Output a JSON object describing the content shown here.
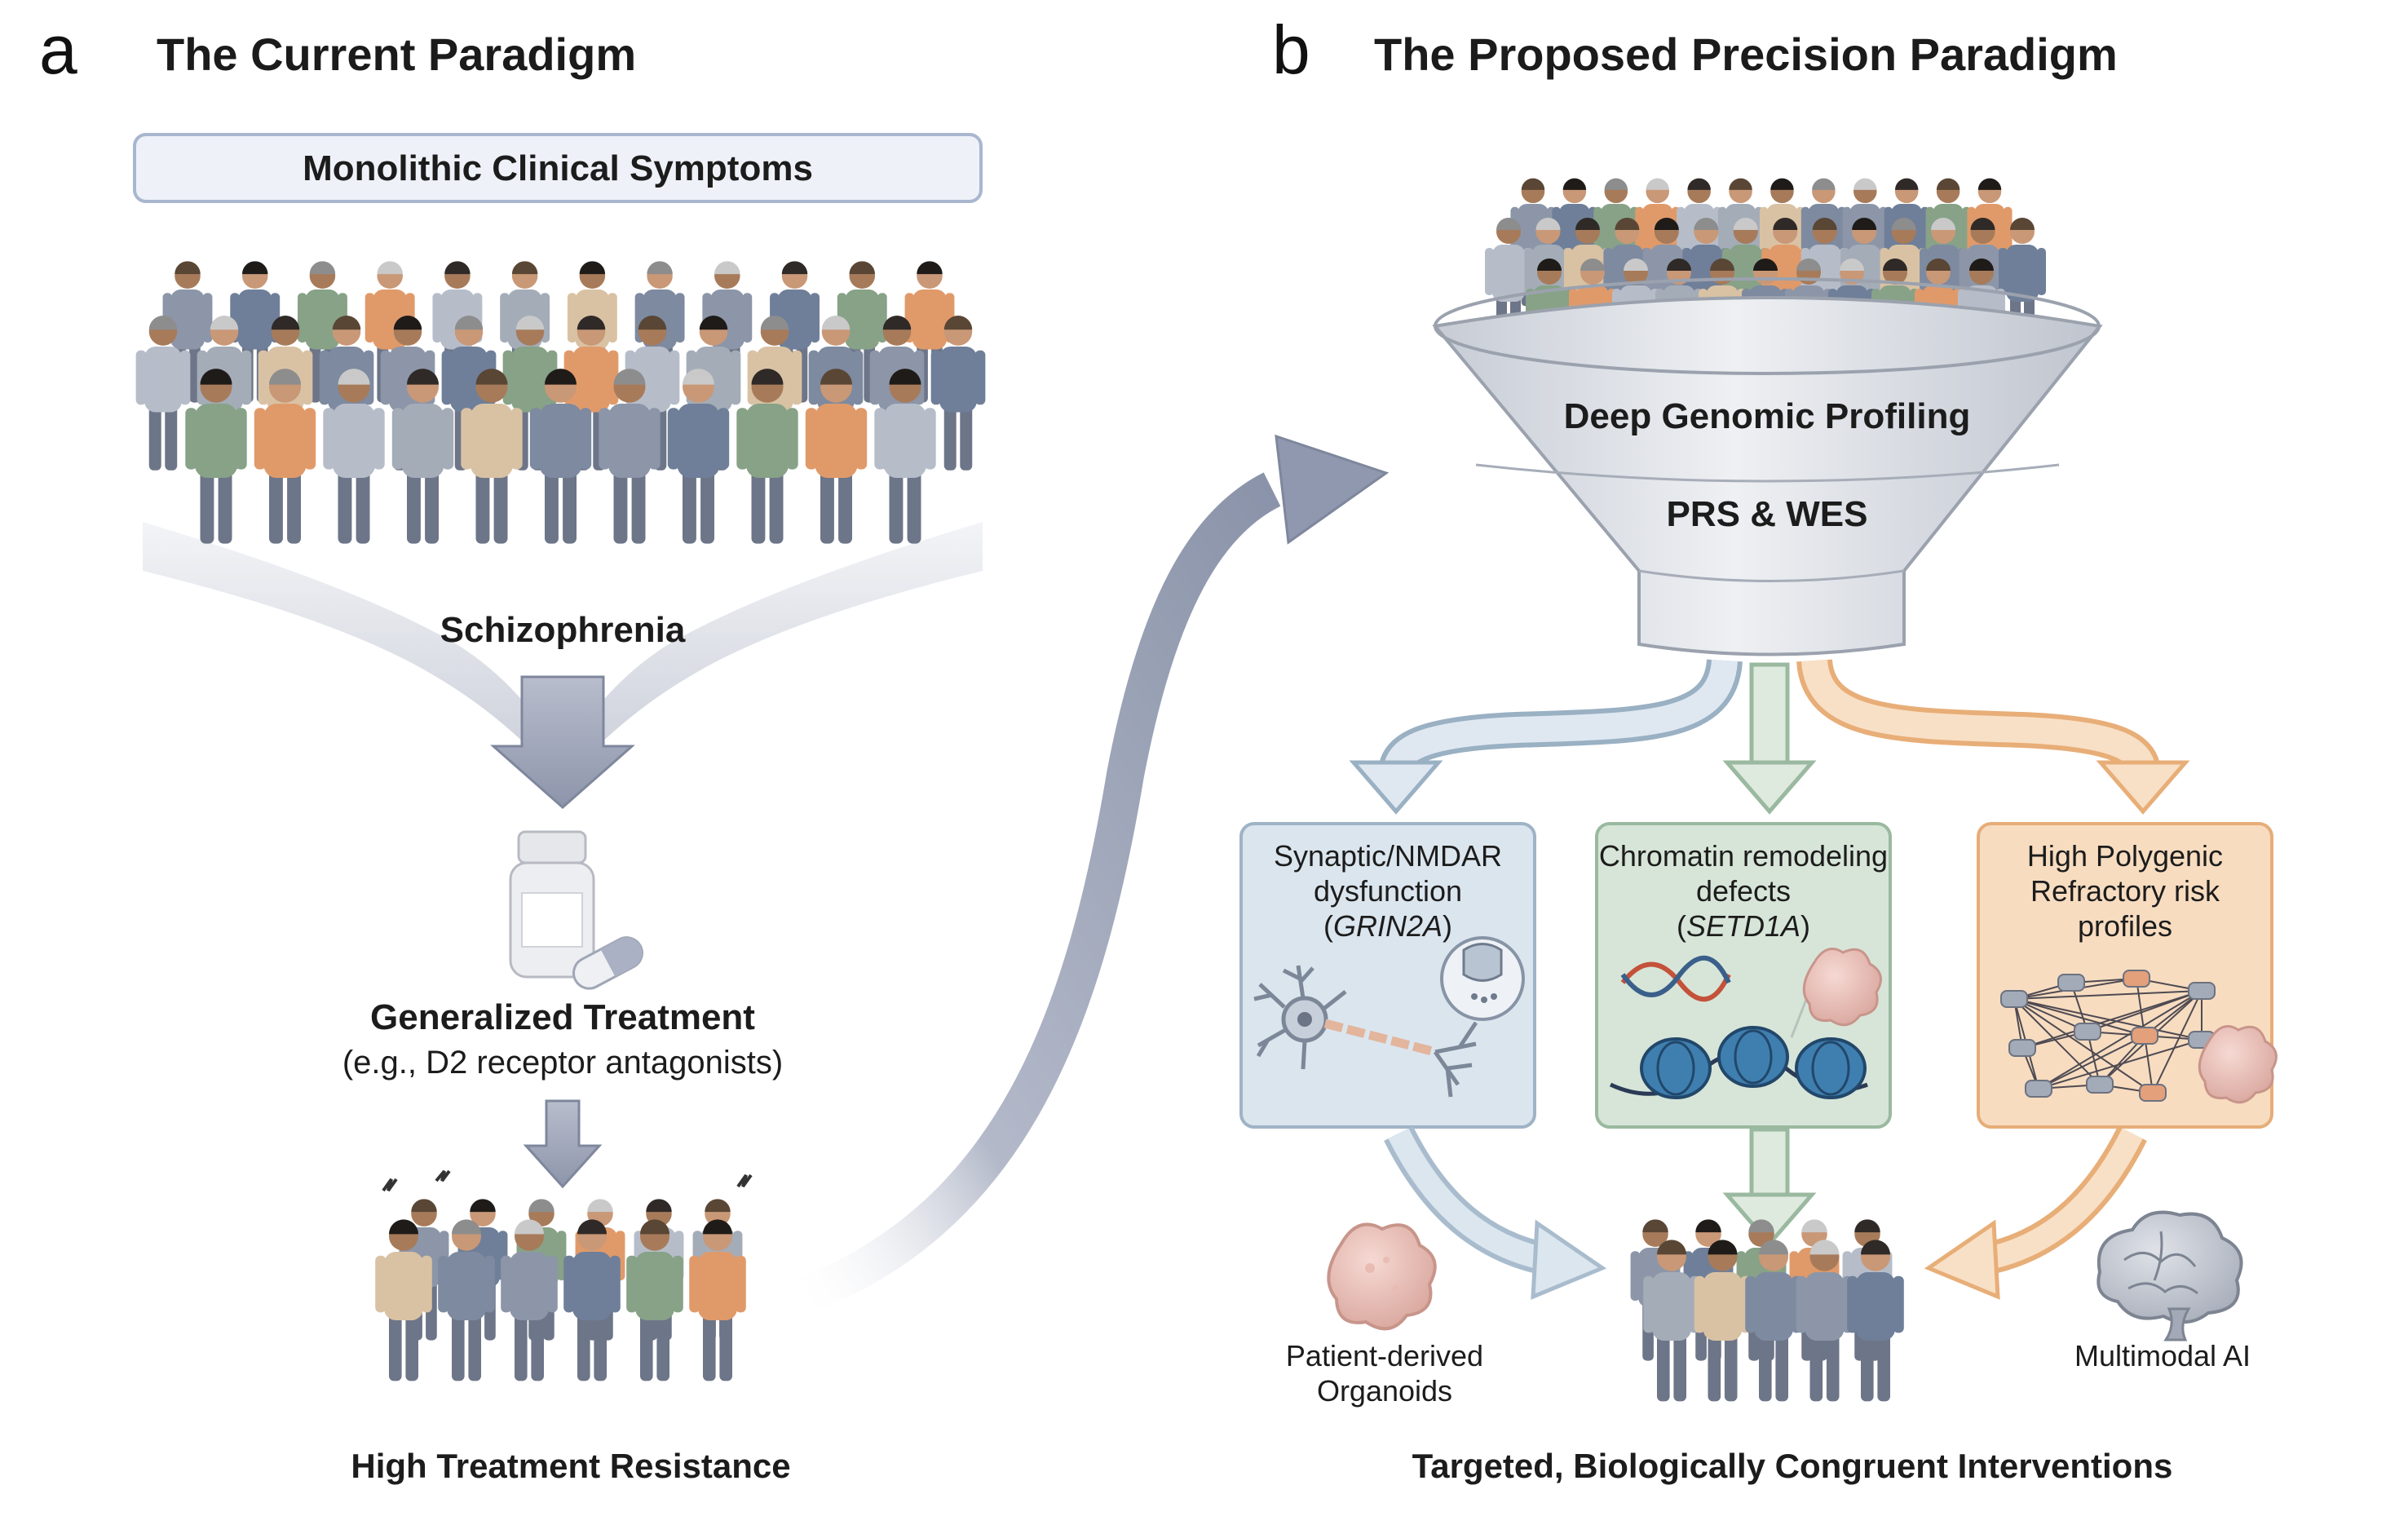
{
  "panel_a": {
    "letter": "a",
    "title": "The Current Paradigm",
    "symptoms_box": "Monolithic Clinical Symptoms",
    "diagnosis_label": "Schizophrenia",
    "treatment_title": "Generalized Treatment",
    "treatment_subtitle": "(e.g., D2 receptor antagonists)",
    "outcome": "High Treatment Resistance"
  },
  "panel_b": {
    "letter": "b",
    "title": "The Proposed Precision Paradigm",
    "funnel_label_1": "Deep Genomic Profiling",
    "funnel_label_2": "PRS & WES",
    "categories": [
      {
        "line1": "Synaptic/NMDAR",
        "line2": "dysfunction",
        "gene": "GRIN2A"
      },
      {
        "line1": "Chromatin remodeling",
        "line2": "defects",
        "gene": "SETD1A"
      },
      {
        "line1": "High Polygenic",
        "line2": "Refractory risk",
        "line3": "profiles"
      }
    ],
    "organoids_line1": "Patient-derived",
    "organoids_line2": "Organoids",
    "ai_label": "Multimodal AI",
    "outcome": "Targeted, Biologically Congruent Interventions"
  },
  "colors": {
    "blue_box": "#dbe5ee",
    "blue_border": "#9fb3c6",
    "green_box": "#d7e5d8",
    "green_border": "#9ab9a0",
    "orange_box": "#f7dcc0",
    "orange_border": "#e6ad78",
    "arrow_grey": "#9aa3b8",
    "funnel": "#d9dde4"
  }
}
